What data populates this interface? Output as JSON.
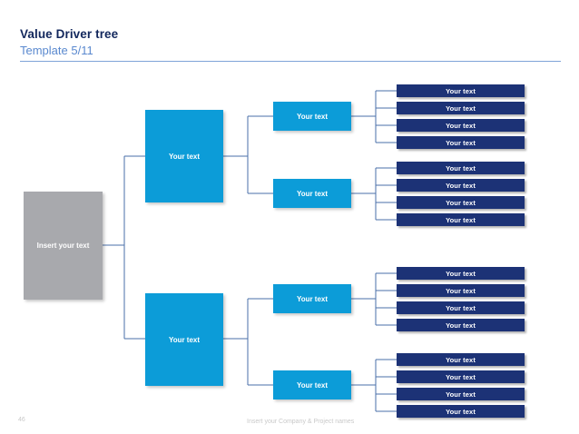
{
  "header": {
    "title": "Value Driver tree",
    "subtitle": "Template 5/11"
  },
  "footer": {
    "page_number": "46",
    "note": "Insert your Company & Project names"
  },
  "colors": {
    "title": "#12275c",
    "subtitle": "#5a89cf",
    "rule": "#7ea3d8",
    "root_box": "#a8a9ad",
    "level1_box": "#0c9cd8",
    "level2_box": "#0c9cd8",
    "leaf_bar": "#1c3276",
    "connector": "#4a6fa8",
    "footer_text": "#c9c9c9"
  },
  "diagram": {
    "root": {
      "label": "Insert your text"
    },
    "branches": [
      {
        "label": "Your text",
        "children": [
          {
            "label": "Your text",
            "leaves": [
              {
                "label": "Your text"
              },
              {
                "label": "Your text"
              },
              {
                "label": "Your text"
              },
              {
                "label": "Your text"
              }
            ]
          },
          {
            "label": "Your text",
            "leaves": [
              {
                "label": "Your text"
              },
              {
                "label": "Your text"
              },
              {
                "label": "Your text"
              },
              {
                "label": "Your text"
              }
            ]
          }
        ]
      },
      {
        "label": "Your text",
        "children": [
          {
            "label": "Your text",
            "leaves": [
              {
                "label": "Your text"
              },
              {
                "label": "Your text"
              },
              {
                "label": "Your text"
              },
              {
                "label": "Your text"
              }
            ]
          },
          {
            "label": "Your text",
            "leaves": [
              {
                "label": "Your text"
              },
              {
                "label": "Your text"
              },
              {
                "label": "Your text"
              },
              {
                "label": "Your text"
              }
            ]
          }
        ]
      }
    ]
  }
}
